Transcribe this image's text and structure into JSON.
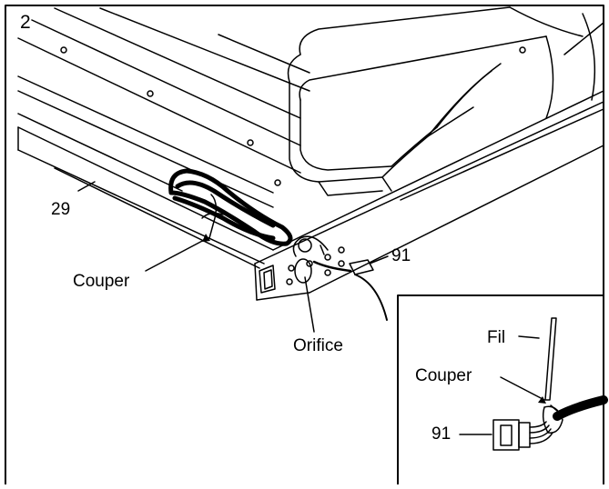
{
  "step_number": "2",
  "labels": {
    "part_29": "29",
    "couper_main": "Couper",
    "orifice": "Orifice",
    "part_91_main": "91",
    "fil": "Fil",
    "couper_inset": "Couper",
    "part_91_inset": "91"
  },
  "colors": {
    "line": "#000000",
    "background": "#ffffff"
  }
}
